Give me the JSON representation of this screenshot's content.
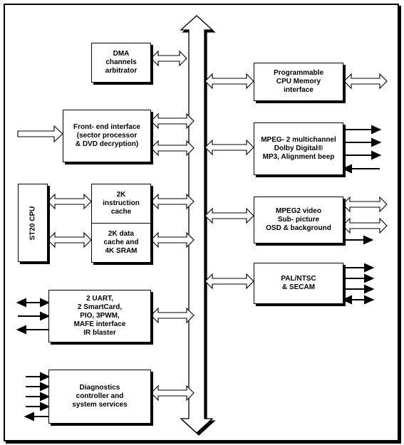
{
  "blocks": {
    "dma": "DMA\nchannels\narbitrator",
    "frontend": "Front- end interface\n(sector processor\n& DVD decryption)",
    "cpu": "ST20 CPU",
    "icache": "2K\ninstruction\ncache",
    "dcache": "2K data\ncache and\n4K SRAM",
    "uart": "2 UART,\n2 SmartCard,\nPIO, 3PWM,\nMAFE interface\nIR blaster",
    "diag": "Diagnostics\ncontroller and\nsystem services",
    "memif": "Programmable\nCPU Memory\ninterface",
    "mpegaudio": "MPEG- 2 multichannel\nDolby Digital®\nMP3, Alignment beep",
    "mpegvideo": "MPEG2 video\nSub- picture\nOSD & background",
    "pal": "PAL/NTSC\n& SECAM"
  }
}
